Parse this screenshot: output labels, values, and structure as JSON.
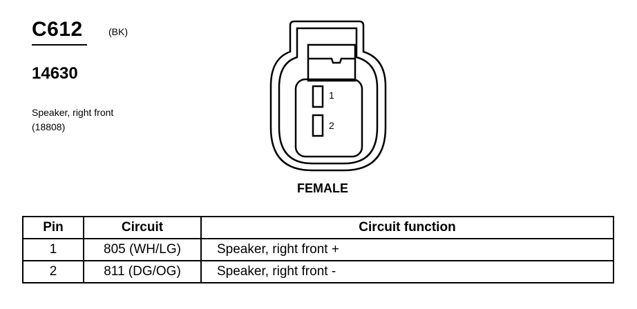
{
  "connector": {
    "id": "C612",
    "color_code": "(BK)",
    "part_number": "14630",
    "description": "Speaker, right front",
    "description_ref": "(18808)"
  },
  "drawing": {
    "pin_labels": [
      "1",
      "2"
    ],
    "gender": "FEMALE"
  },
  "table": {
    "headers": [
      "Pin",
      "Circuit",
      "Circuit function"
    ],
    "rows": [
      {
        "pin": "1",
        "circuit": "805 (WH/LG)",
        "function": "Speaker, right front +"
      },
      {
        "pin": "2",
        "circuit": "811 (DG/OG)",
        "function": "Speaker, right front -"
      }
    ]
  }
}
